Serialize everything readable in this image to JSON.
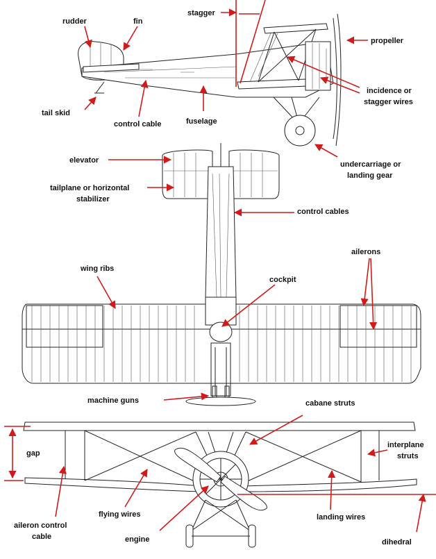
{
  "diagram": {
    "labels": {
      "rudder": "rudder",
      "fin": "fin",
      "stagger": "stagger",
      "propeller": "propeller",
      "incidence_1": "incidence or",
      "incidence_2": "stagger wires",
      "tail_skid": "tail skid",
      "control_cable": "control cable",
      "fuselage": "fuselage",
      "undercarriage_1": "undercarriage or",
      "undercarriage_2": "landing gear",
      "elevator": "elevator",
      "tailplane_1": "tailplane or horizontal",
      "tailplane_2": "stabilizer",
      "control_cables": "control cables",
      "ailerons": "ailerons",
      "wing_ribs": "wing ribs",
      "cockpit": "cockpit",
      "machine_guns": "machine guns",
      "cabane_struts": "cabane struts",
      "gap": "gap",
      "interplane_1": "interplane",
      "interplane_2": "struts",
      "aileron_cable_1": "aileron control",
      "aileron_cable_2": "cable",
      "flying_wires": "flying wires",
      "landing_wires": "landing wires",
      "engine": "engine",
      "dihedral": "dihedral"
    },
    "colors": {
      "arrow": "#d11a1a",
      "line": "#222222"
    }
  }
}
